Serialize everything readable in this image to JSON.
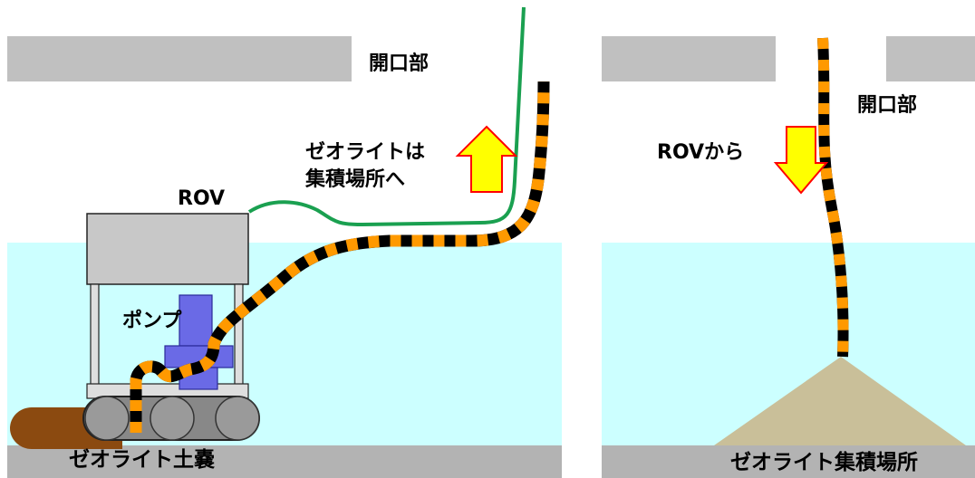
{
  "left_panel": {
    "opening_label": "開口部",
    "rov_label": "ROV",
    "pump_label": "ポンプ",
    "transfer_label_line1": "ゼオライトは",
    "transfer_label_line2": "集積場所へ",
    "bag_label": "ゼオライト土嚢"
  },
  "right_panel": {
    "opening_label": "開口部",
    "from_rov_label": "ROVから",
    "pile_label": "ゼオライト集積場所"
  },
  "colors": {
    "water": "#ccffff",
    "slab": "#c0c0c0",
    "floor": "#b3b3b3",
    "rov_body": "#c8c8c8",
    "pump": "#6a6ae6",
    "hose_orange": "#ff9900",
    "hose_black": "#000000",
    "cable_green": "#1aa050",
    "arrow_fill": "#ffff00",
    "arrow_stroke": "#ff0000",
    "bag": "#8b4a10",
    "pile": "#c9bf99",
    "track": "#999999"
  }
}
